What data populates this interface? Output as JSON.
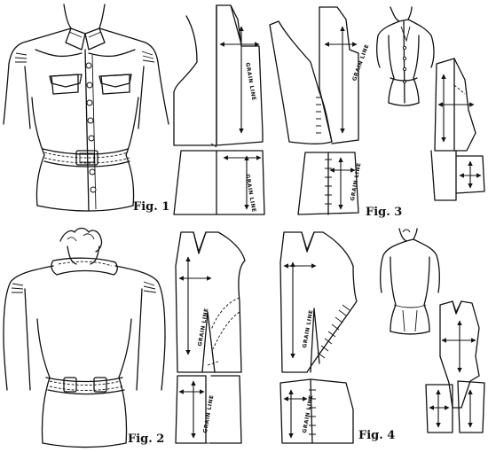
{
  "figures": [
    {
      "label": "Fig. 1"
    },
    {
      "label": "Fig. 2"
    },
    {
      "label": "Fig. 3"
    },
    {
      "label": "Fig. 4"
    }
  ],
  "grain_label": "GRAIN LINE",
  "grain_label_short": "GRAIN LINE"
}
